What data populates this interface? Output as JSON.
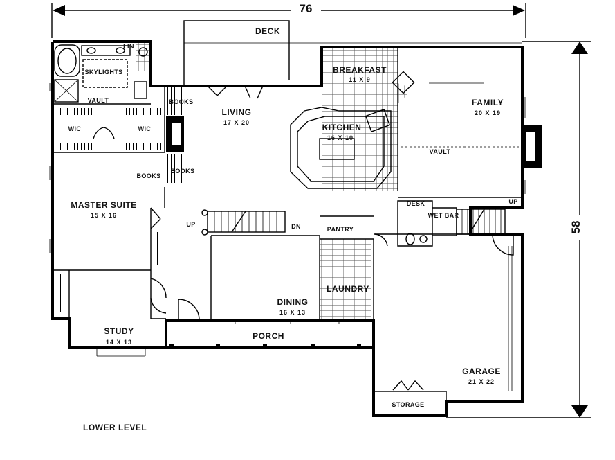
{
  "plan": {
    "overall_width": "76",
    "overall_depth": "58",
    "level_label": "LOWER LEVEL"
  },
  "rooms": {
    "deck": "DECK",
    "breakfast": "BREAKFAST",
    "breakfast_size": "11 X 9",
    "living": "LIVING",
    "living_size": "17 X 20",
    "kitchen": "KITCHEN",
    "kitchen_size": "16 X 10",
    "family": "FAMILY",
    "family_size": "20 X 19",
    "vault_family": "VAULT",
    "skylights": "SKYLIGHTS",
    "lin": "LIN",
    "vault_bath": "VAULT",
    "wic_left": "WIC",
    "wic_right": "WIC",
    "books_top": "BOOKS",
    "books_left": "BOOKS",
    "books_right": "BOOKS",
    "master_suite": "MASTER SUITE",
    "master_suite_size": "15 X 16",
    "up_stair": "UP",
    "dn_stair": "DN",
    "pantry": "PANTRY",
    "desk": "DESK",
    "wet_bar": "WET BAR",
    "up_family": "UP",
    "laundry": "LAUNDRY",
    "dining": "DINING",
    "dining_size": "16 X 13",
    "study": "STUDY",
    "study_size": "14 X 13",
    "porch": "PORCH",
    "garage": "GARAGE",
    "garage_size": "21 X 22",
    "storage": "STORAGE"
  }
}
